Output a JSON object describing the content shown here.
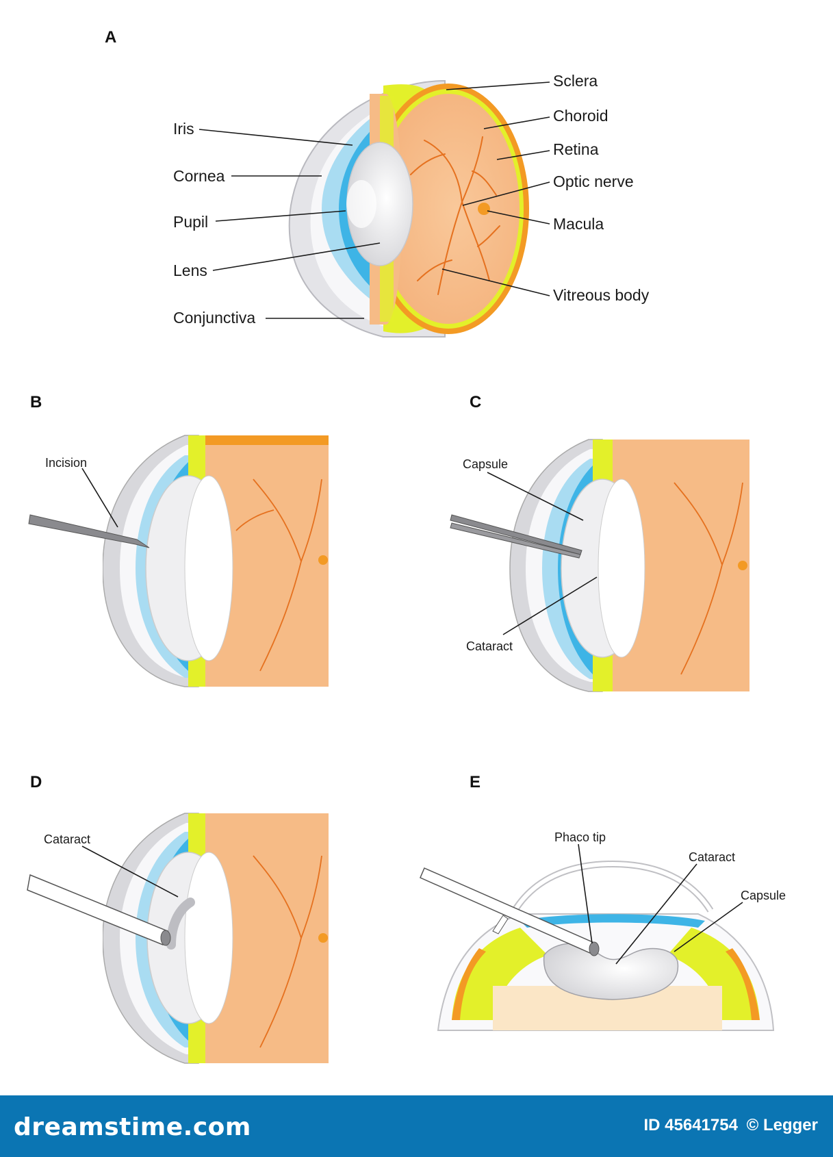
{
  "colors": {
    "vitreous": "#f6bb86",
    "retina_band": "#f39a24",
    "choroid_band": "#e3f02a",
    "iris": "#3eb4e6",
    "iris_light": "#a9dcf2",
    "sclera": "#e3e3e6",
    "vessel": "#e5711f",
    "footer": "#0b75b3"
  },
  "panels": {
    "a": {
      "letter": "A",
      "labels": {
        "iris": "Iris",
        "cornea": "Cornea",
        "pupil": "Pupil",
        "lens": "Lens",
        "conjunctiva": "Conjunctiva",
        "sclera": "Sclera",
        "choroid": "Choroid",
        "retina": "Retina",
        "optic_nerve": "Optic nerve",
        "macula": "Macula",
        "vitreous_body": "Vitreous body"
      }
    },
    "b": {
      "letter": "B",
      "labels": {
        "incision": "Incision"
      }
    },
    "c": {
      "letter": "C",
      "labels": {
        "capsule": "Capsule",
        "cataract": "Cataract"
      }
    },
    "d": {
      "letter": "D",
      "labels": {
        "cataract": "Cataract"
      }
    },
    "e": {
      "letter": "E",
      "labels": {
        "phaco_tip": "Phaco tip",
        "cataract": "Cataract",
        "capsule": "Capsule"
      }
    }
  },
  "footer": {
    "brand": "dreamstime.com",
    "image_id": "ID 45641754",
    "author": "© Legger"
  }
}
